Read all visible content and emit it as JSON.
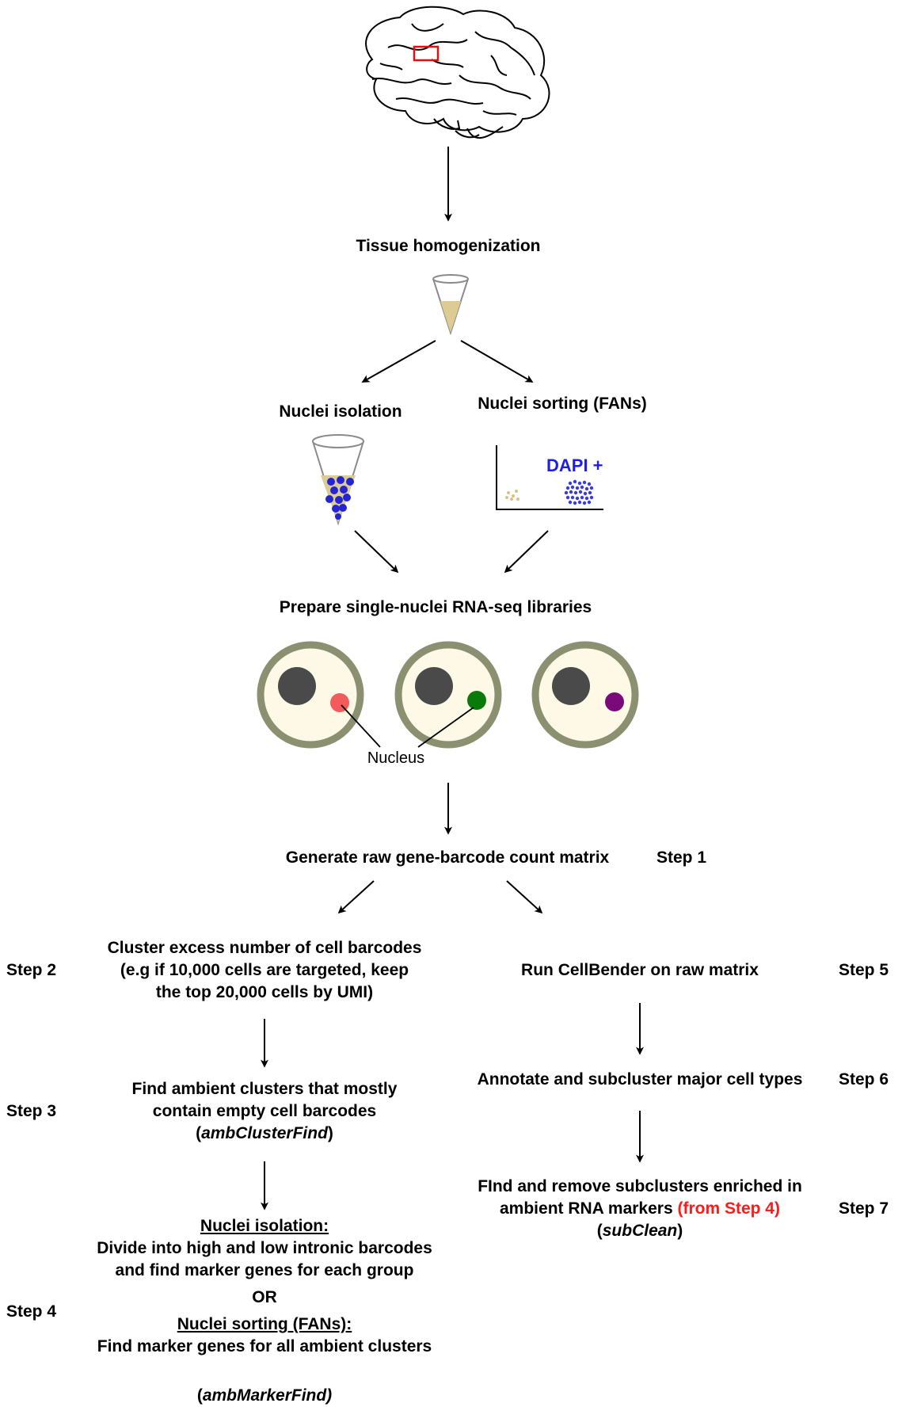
{
  "steps_flow": {
    "tissue": "Tissue homogenization",
    "isolation": "Nuclei isolation",
    "sorting": "Nuclei sorting (FANs)",
    "dapi": "DAPI +",
    "prepare": "Prepare single-nuclei RNA-seq libraries",
    "nucleus": "Nucleus",
    "generate": "Generate raw gene-barcode count matrix"
  },
  "left_branch": {
    "cluster_lines": [
      "Cluster excess number of cell barcodes",
      "(e.g if 10,000 cells are targeted, keep",
      "the top 20,000 cells by UMI)"
    ],
    "ambient_lines": [
      "Find ambient clusters that mostly",
      "contain empty cell barcodes"
    ],
    "ambient_fn_open": "(",
    "ambient_fn": "ambClusterFind",
    "ambient_fn_close": ")",
    "isolation_heading": "Nuclei isolation:",
    "isolation_lines": [
      "Divide into high and low intronic barcodes",
      "and find marker genes for each group"
    ],
    "or": "OR",
    "sorting_heading": "Nuclei sorting (FANs):",
    "sorting_line": "Find marker genes for all ambient clusters",
    "marker_fn_open": "(",
    "marker_fn": "ambMarkerFind)"
  },
  "right_branch": {
    "cellbender": "Run CellBender on raw matrix",
    "annotate": "Annotate and subcluster major cell types",
    "find_line1": "FInd and remove subclusters enriched in",
    "find_line2_a": "ambient RNA markers ",
    "find_line2_red": "(from Step 4)",
    "find_fn_open": "(",
    "find_fn": "subClean",
    "find_fn_close": ")"
  },
  "step_labels": {
    "s1": "Step 1",
    "s2": "Step 2",
    "s3": "Step 3",
    "s4": "Step 4",
    "s5": "Step 5",
    "s6": "Step 6",
    "s7": "Step 7"
  },
  "colors": {
    "highlight_red": "#ff1a1a",
    "dapi_blue": "#1e1ee6",
    "cell_wall": "#8a9070",
    "cytoplasm": "#fdf9e6",
    "nucleus_dark": "#4a4a4a",
    "nucleus_red": "#f25b5b",
    "nucleus_green": "#0a7a0a",
    "nucleus_purple": "#7a0a7a",
    "tube_fill": "#dccb92"
  },
  "icons": [
    "brain-icon",
    "tube-icon",
    "tube-with-nuclei-icon",
    "scatter-plot-icon",
    "cell-icon"
  ]
}
